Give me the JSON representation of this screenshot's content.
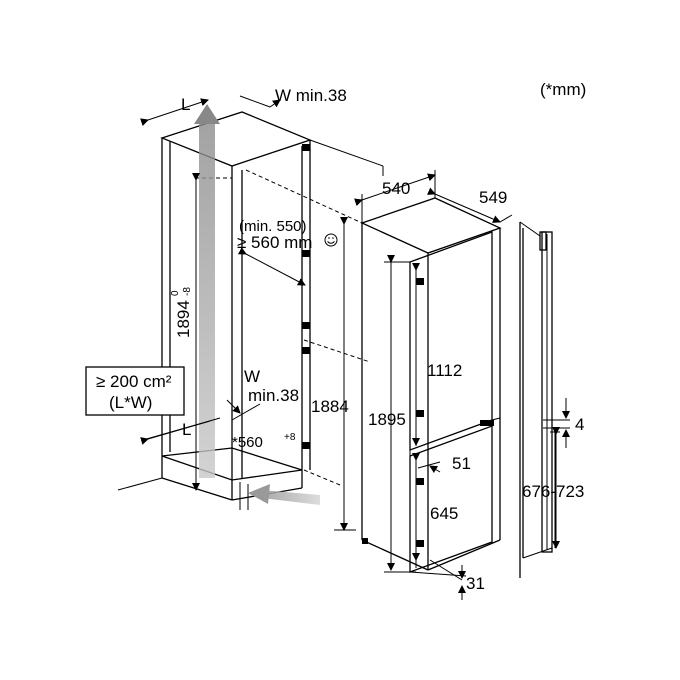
{
  "units_note": "(*mm)",
  "niche": {
    "depth_label": "L",
    "vent_top_label": "W min.38",
    "height_label": "1894",
    "height_tol_upper": "0",
    "height_tol_lower": "-8",
    "min_width_label": "(min. 550)",
    "width_label": "≥ 560 mm",
    "ventilation_area": "≥ 200 cm²",
    "ventilation_area_formula": "(L*W)",
    "vent_bottom_w": "W",
    "vent_bottom_min": "min.38",
    "depth_bottom_label": "L",
    "width_tol_label": "*560",
    "width_tol": "+8",
    "hinge_height_label": "1884"
  },
  "appliance": {
    "width_label": "540",
    "depth_label": "549",
    "height_label": "1895",
    "upper_door_label": "1112",
    "gap_label": "51",
    "lower_door_label": "645",
    "foot_label": "31"
  },
  "door_side": {
    "gap_label": "4",
    "range_label": "676-723"
  },
  "icons": [
    "smiley-icon"
  ]
}
